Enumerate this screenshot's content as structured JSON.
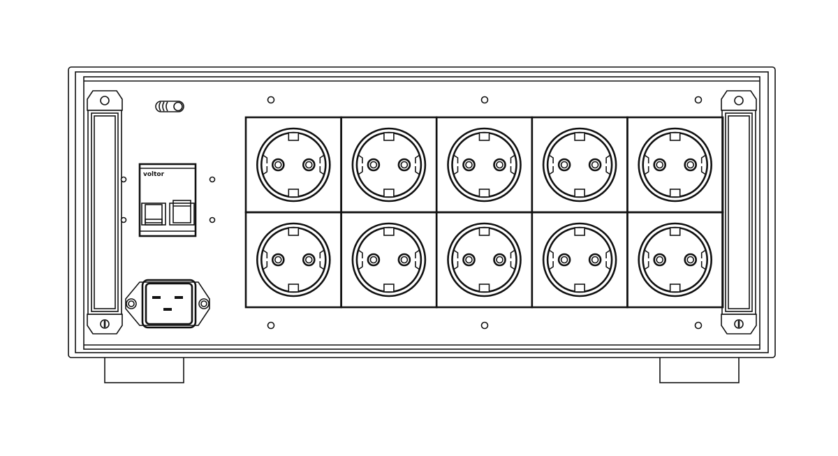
{
  "drawing": {
    "breaker_logo": "voltor",
    "socket_grid": {
      "rows": 2,
      "columns": 5
    },
    "colors": {
      "line": "#111111",
      "background": "#ffffff"
    }
  }
}
